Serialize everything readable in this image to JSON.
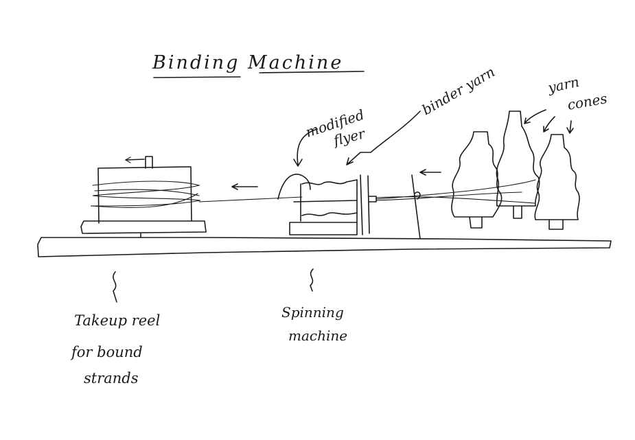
{
  "title": "Binding Machine",
  "labels": {
    "modified_flyer_1": "modified",
    "modified_flyer_2": "flyer",
    "binder_yarn": "binder yarn",
    "yarn_cones_1": "yarn",
    "yarn_cones_2": "cones",
    "takeup_1": "Takeup reel",
    "takeup_2": "for bound",
    "takeup_3": "strands",
    "spinning_1": "Spinning",
    "spinning_2": "machine"
  },
  "colors": {
    "ink": "#1a1a1a",
    "paper": "#ffffff"
  }
}
